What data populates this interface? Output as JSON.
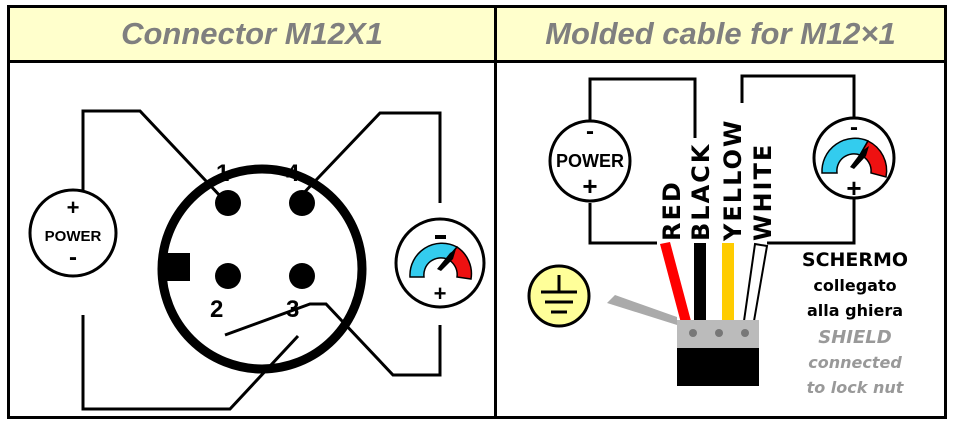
{
  "left_panel": {
    "title": "Connector M12X1",
    "power": {
      "label": "POWER",
      "plus": "+",
      "minus": "-"
    },
    "pins": [
      {
        "number": "1"
      },
      {
        "number": "2"
      },
      {
        "number": "3"
      },
      {
        "number": "4"
      }
    ],
    "gauge": {
      "plus": "+",
      "minus": "-"
    }
  },
  "right_panel": {
    "title": "Molded cable for M12×1",
    "power": {
      "label": "POWER",
      "plus": "+",
      "minus": "-"
    },
    "wires": [
      {
        "label": "RED",
        "color": "#ff0000"
      },
      {
        "label": "BLACK",
        "color": "#000000"
      },
      {
        "label": "YELLOW",
        "color": "#ffcc00"
      },
      {
        "label": "WHITE",
        "color": "#ffffff"
      }
    ],
    "gauge": {
      "plus": "+",
      "minus": "-"
    },
    "shield_note": {
      "it_line1": "SCHERMO",
      "it_line2": "collegato",
      "it_line3": "alla ghiera",
      "en_line1": "SHIELD",
      "en_line2": "connected",
      "en_line3": "to lock nut"
    }
  },
  "colors": {
    "header_bg": "#ffffcc",
    "header_text": "#7f7f7f",
    "gauge_cold": "#33ccee",
    "gauge_hot": "#ee1111",
    "ground_fill": "#ffff99"
  }
}
